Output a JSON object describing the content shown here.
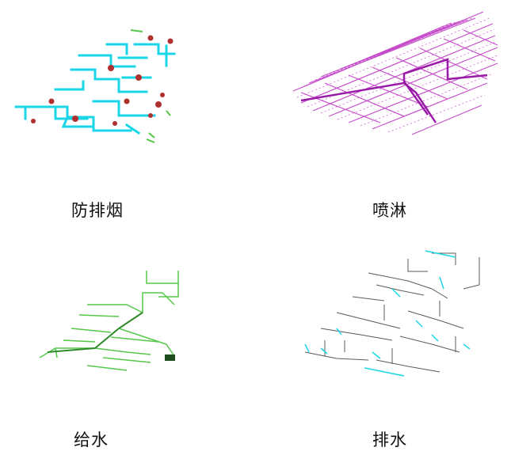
{
  "figures": [
    {
      "id": "smoke",
      "caption": "防排烟",
      "color": "#1ad6e6",
      "accent": "#b03030"
    },
    {
      "id": "sprinkler",
      "caption": "喷淋",
      "color": "#c03cc6"
    },
    {
      "id": "water-supply",
      "caption": "给水",
      "color": "#55c84a",
      "accent": "#1d4d1d"
    },
    {
      "id": "drainage",
      "caption": "排水",
      "color": "#5a5a5a",
      "accent": "#1ad6e6"
    }
  ]
}
